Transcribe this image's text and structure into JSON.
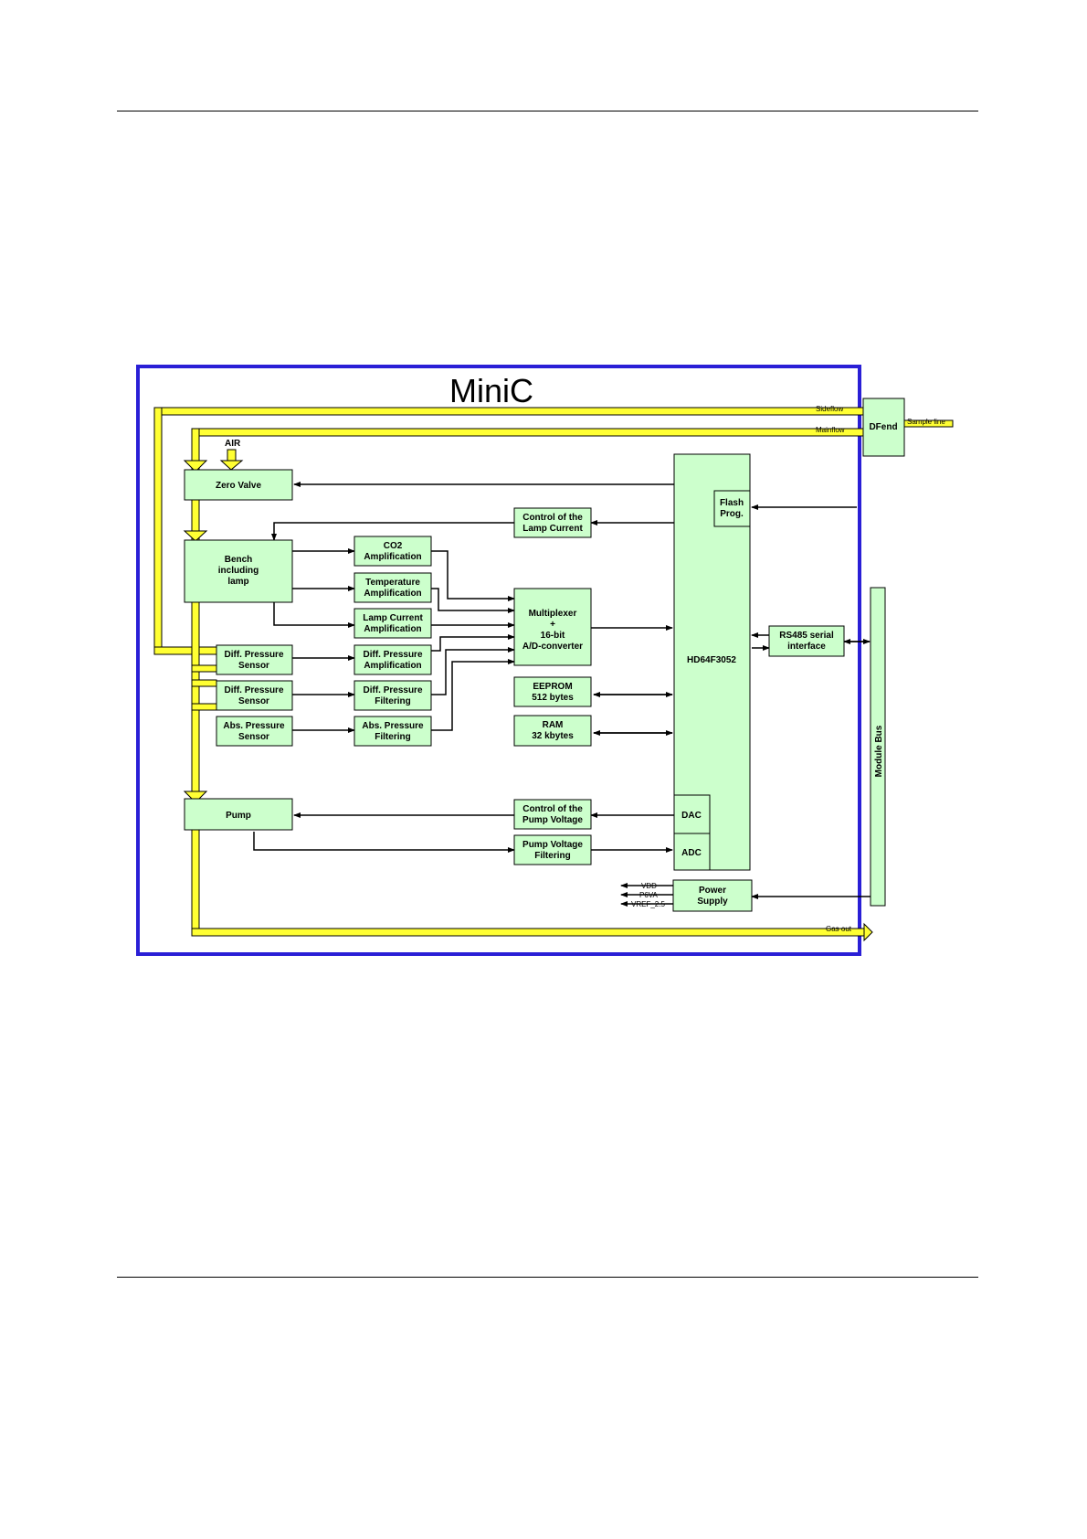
{
  "diagram": {
    "title": "MiniC",
    "flows": {
      "sideflow": "Sideflow",
      "mainflow": "Mainflow",
      "sample_line": "Sample line",
      "air": "AIR",
      "gas_out": "Gas out"
    },
    "blocks": {
      "dfend": "DFend",
      "zero_valve": "Zero Valve",
      "bench": [
        "Bench",
        "including",
        "lamp"
      ],
      "co2_amp": [
        "CO2",
        "Amplification"
      ],
      "temp_amp": [
        "Temperature",
        "Amplification"
      ],
      "lamp_current_amp": [
        "Lamp Current",
        "Amplification"
      ],
      "diff_amp": [
        "Diff. Pressure",
        "Amplification"
      ],
      "diff_filter": [
        "Diff. Pressure",
        "Filtering"
      ],
      "abs_filter": [
        "Abs. Pressure",
        "Filtering"
      ],
      "diff_sensor_1": [
        "Diff. Pressure",
        "Sensor"
      ],
      "diff_sensor_2": [
        "Diff. Pressure",
        "Sensor"
      ],
      "abs_sensor": [
        "Abs. Pressure",
        "Sensor"
      ],
      "lamp_control": [
        "Control of the",
        "Lamp Current"
      ],
      "multiplexer": [
        "Multiplexer",
        "+",
        "16-bit",
        "A/D-converter"
      ],
      "eeprom": [
        "EEPROM",
        "512  bytes"
      ],
      "ram": [
        "RAM",
        "32 kbytes"
      ],
      "cpu": "HD64F3052",
      "flash": [
        "Flash",
        "Prog."
      ],
      "rs485": [
        "RS485 serial",
        "interface"
      ],
      "module_bus": "Module Bus",
      "pump": "Pump",
      "pump_control": [
        "Control of the",
        "Pump Voltage"
      ],
      "pump_filter": [
        "Pump Voltage",
        "Filtering"
      ],
      "dac": "DAC",
      "adc": "ADC",
      "power_supply": [
        "Power",
        "Supply"
      ],
      "supply_outputs": [
        "VDD",
        "P6VA",
        "VREF_2.5"
      ]
    },
    "colors": {
      "frame": "#2a1fd6",
      "block_fill": "#ccffcc",
      "flow_fill": "#ffff33"
    }
  }
}
